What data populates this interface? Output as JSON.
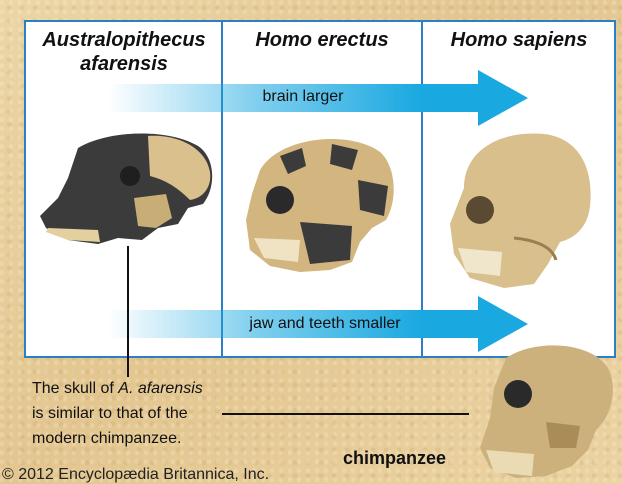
{
  "columns": [
    {
      "title_line1": "Australopithecus",
      "title_line2": "afarensis"
    },
    {
      "title_line1": "Homo erectus"
    },
    {
      "title_line1": "Homo sapiens"
    }
  ],
  "arrows": {
    "top_label": "brain larger",
    "bottom_label": "jaw and teeth smaller",
    "color": "#19a8e0"
  },
  "caption": {
    "line1_prefix": "The skull of ",
    "line1_italic": "A. afarensis",
    "line2": "is similar to that of the",
    "line3": "modern chimpanzee."
  },
  "chimp_label": "chimpanzee",
  "copyright": "© 2012 Encyclopædia Britannica, Inc.",
  "colors": {
    "frame": "#2b7fc6",
    "bone": "#d9c08c",
    "dark_fill": "#3b3b3b",
    "background": "#e8cf9c"
  }
}
